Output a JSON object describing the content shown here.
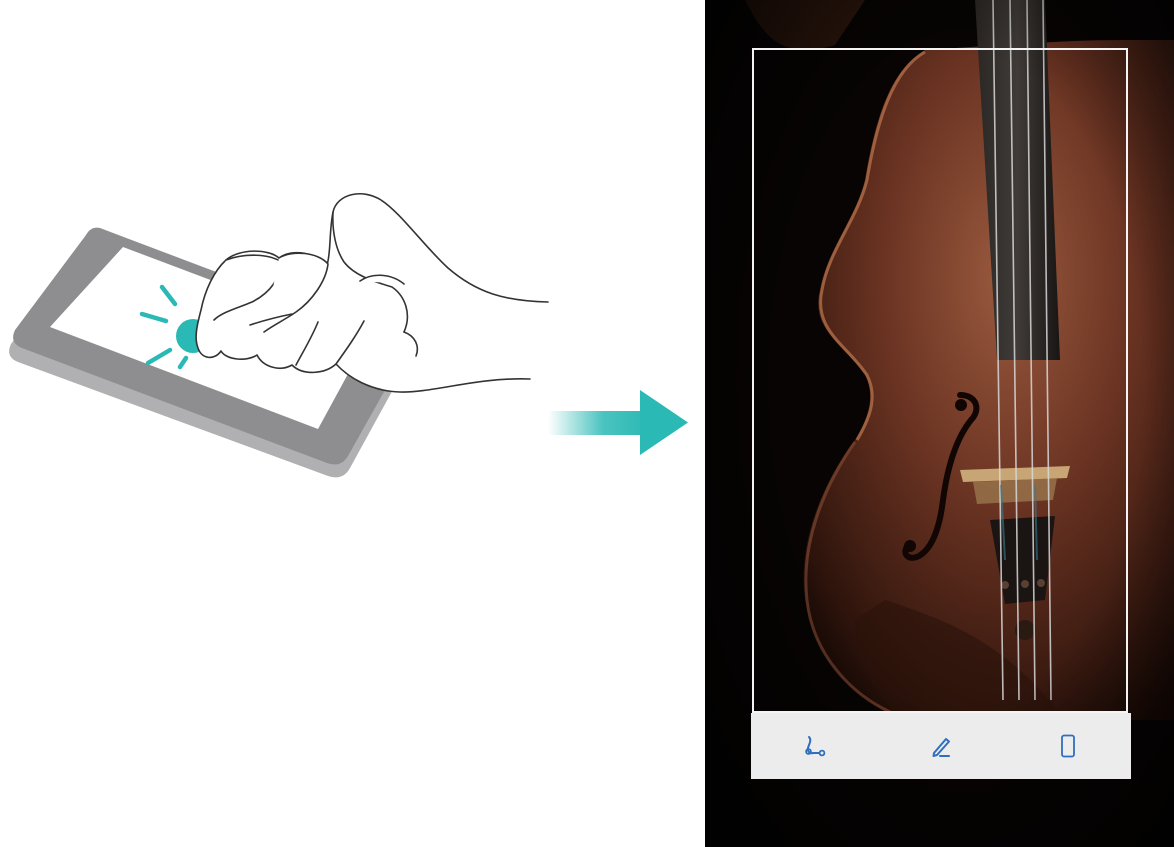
{
  "screenshot_view": {
    "accent_color": "#2bb9b5",
    "toolbar": {
      "background_color": "#ececed",
      "icon_color": "#2f6fbf",
      "tools": [
        {
          "name": "shape-crop",
          "icon": "shape-crop-icon"
        },
        {
          "name": "edit",
          "icon": "pen-icon"
        },
        {
          "name": "scrolling-screenshot",
          "icon": "phone-outline-icon"
        }
      ]
    }
  }
}
